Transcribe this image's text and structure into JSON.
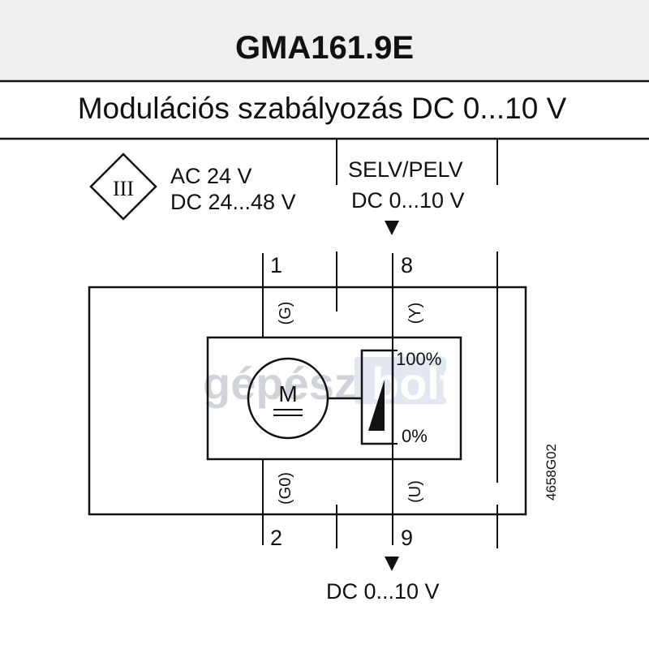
{
  "header": {
    "title": "GMA161.9E",
    "subtitle": "Modulációs szabályozás DC 0...10 V"
  },
  "power": {
    "class_symbol": "III",
    "lines": [
      "AC 24 V",
      "DC 24...48 V"
    ]
  },
  "control_input": {
    "lines": [
      "SELV/PELV",
      "DC 0...10 V"
    ]
  },
  "terminals": {
    "t1": "1",
    "t8": "8",
    "t2": "2",
    "t9": "9"
  },
  "signals": {
    "g": "(G)",
    "y": "(Y)",
    "g0": "(G0)",
    "u": "(U)"
  },
  "actuator": {
    "motor_letter": "M",
    "pct_high": "100%",
    "pct_low": "0%"
  },
  "output": {
    "label": "DC 0...10 V"
  },
  "drawing_code": "4658G02",
  "watermark": {
    "text_left": "gépész",
    "text_right": "bolt"
  },
  "colors": {
    "line": "#111111",
    "header_bg": "#efefef",
    "watermark_box": "#dde3ee",
    "watermark_text": "#c8ccd4"
  }
}
